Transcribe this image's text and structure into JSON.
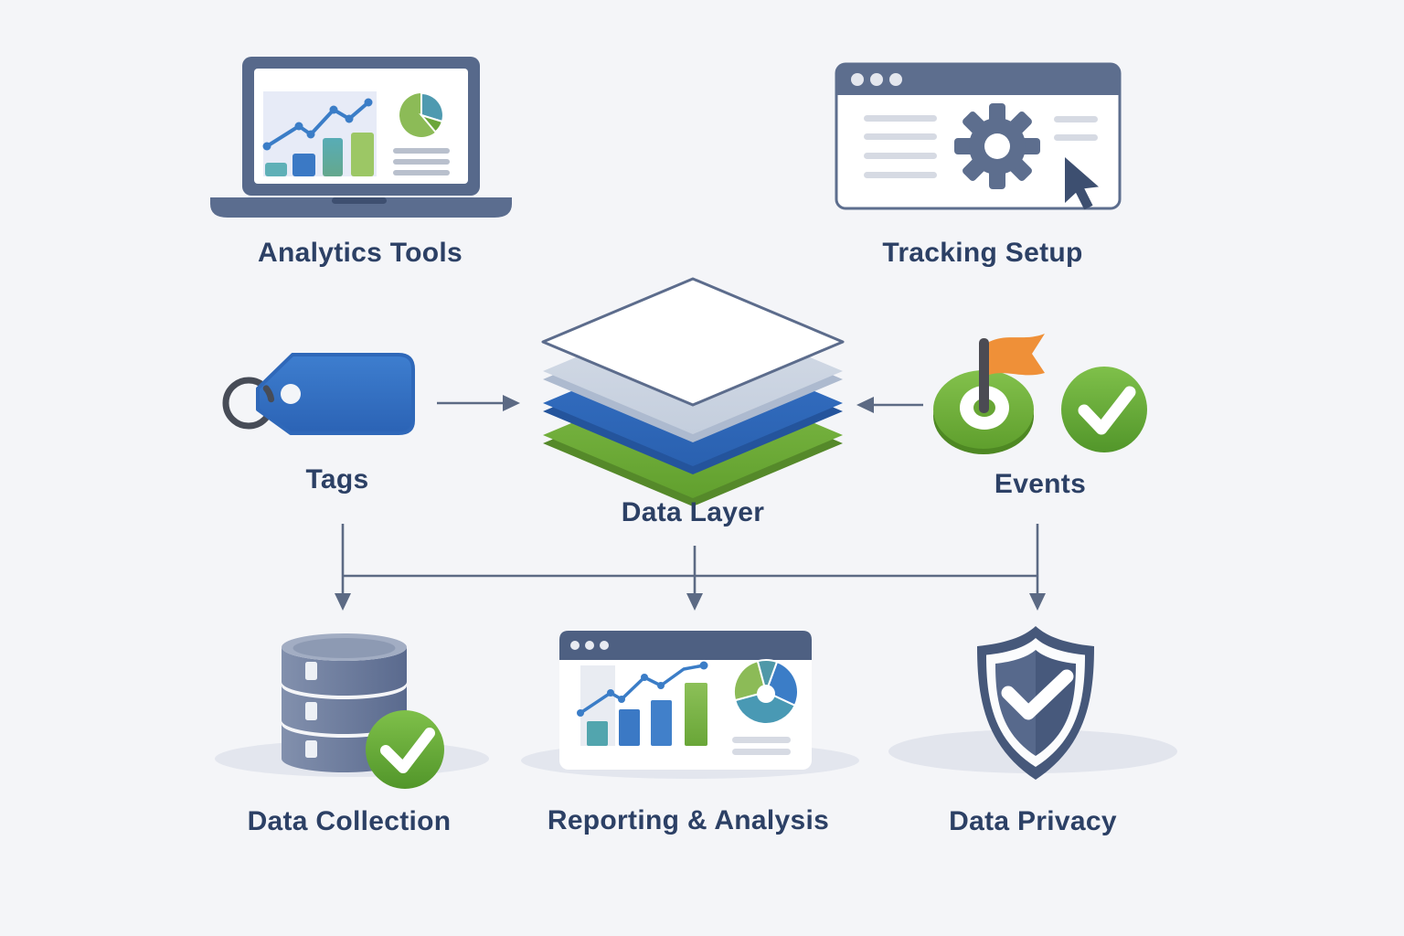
{
  "diagram": {
    "title_visible": false,
    "background_color": "#f4f5f8",
    "text_color": "#2c4065",
    "accent_colors": {
      "slate": "#5d6e8e",
      "blue": "#3571c4",
      "green": "#6fae38",
      "teal": "#4b98b2",
      "orange": "#ef9038",
      "dark_navy": "#3d4f70"
    },
    "nodes": [
      {
        "id": "analytics-tools",
        "label": "Analytics Tools",
        "icon": "laptop-analytics-icon"
      },
      {
        "id": "tracking-setup",
        "label": "Tracking Setup",
        "icon": "browser-gear-cursor-icon"
      },
      {
        "id": "tags",
        "label": "Tags",
        "icon": "price-tag-icon"
      },
      {
        "id": "data-layer",
        "label": "Data Layer",
        "icon": "stacked-layers-icon"
      },
      {
        "id": "events",
        "label": "Events",
        "icon": "target-flag-check-icon"
      },
      {
        "id": "data-collection",
        "label": "Data Collection",
        "icon": "database-check-icon"
      },
      {
        "id": "reporting-analysis",
        "label": "Reporting & Analysis",
        "icon": "browser-charts-icon"
      },
      {
        "id": "data-privacy",
        "label": "Data Privacy",
        "icon": "shield-check-icon"
      }
    ],
    "connections": [
      {
        "from": "tags",
        "to": "data-layer",
        "direction": "right"
      },
      {
        "from": "events",
        "to": "data-layer",
        "direction": "left"
      },
      {
        "from": "tags",
        "to": "data-collection",
        "direction": "down"
      },
      {
        "from": "data-layer",
        "to": "reporting-analysis",
        "direction": "down"
      },
      {
        "from": "events",
        "to": "data-privacy",
        "direction": "down"
      }
    ]
  }
}
